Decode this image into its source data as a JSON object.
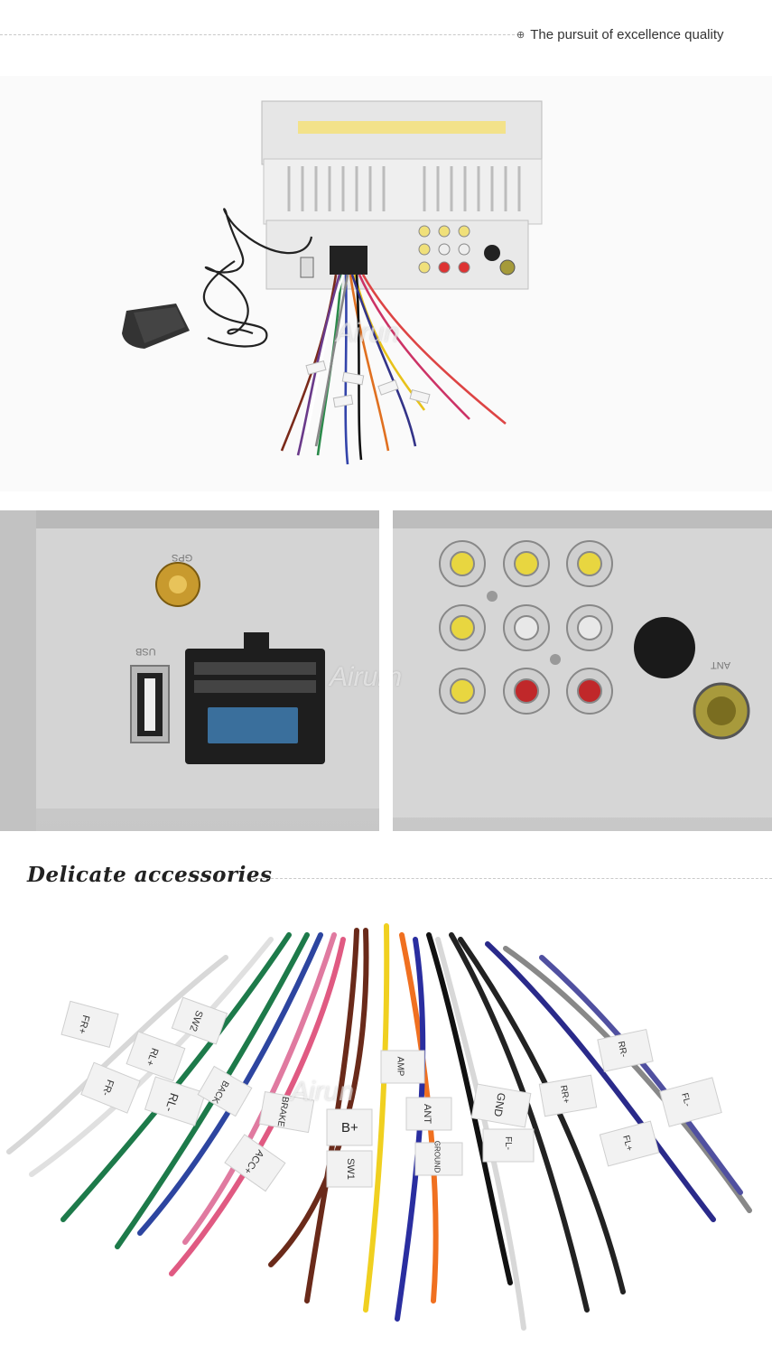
{
  "header": {
    "tagline": "The pursuit of excellence quality",
    "tagline_icon": "plus-circle-icon"
  },
  "sections": {
    "accessories_heading": "Delicate accessories"
  },
  "watermark": "Airun",
  "labels": {
    "usb": "USB",
    "gps": "GPS",
    "ant": "ANT"
  },
  "wire_tags": [
    "FR+",
    "SW2",
    "RL+",
    "FR-",
    "RL-",
    "BACK",
    "BRAKE",
    "ACC+",
    "B+",
    "SW1",
    "AMP",
    "ANT",
    "GROUND",
    "GND",
    "FL-",
    "RR+",
    "RR-",
    "FL+",
    "FL-"
  ]
}
